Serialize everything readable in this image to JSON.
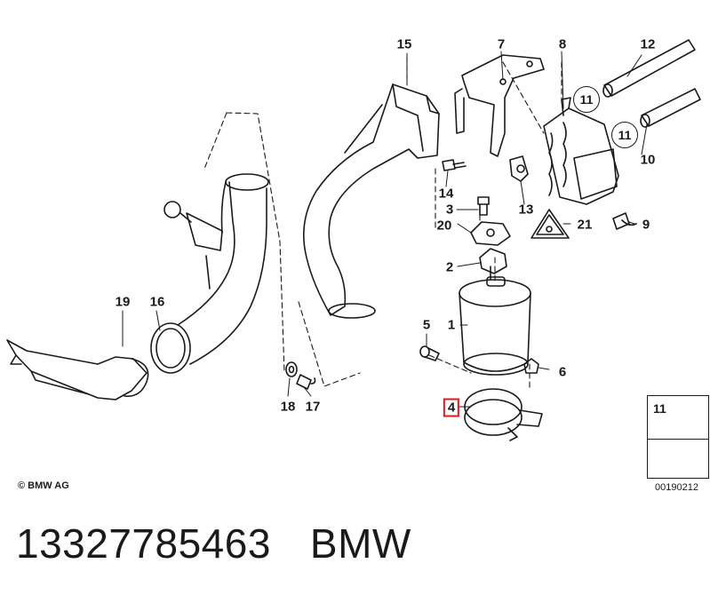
{
  "diagram": {
    "callouts": [
      {
        "id": "c15",
        "label": "15",
        "style": "plain"
      },
      {
        "id": "c7",
        "label": "7",
        "style": "plain"
      },
      {
        "id": "c8",
        "label": "8",
        "style": "plain"
      },
      {
        "id": "c12",
        "label": "12",
        "style": "plain"
      },
      {
        "id": "c11a",
        "label": "11",
        "style": "circled"
      },
      {
        "id": "c11b",
        "label": "11",
        "style": "circled"
      },
      {
        "id": "c10",
        "label": "10",
        "style": "plain"
      },
      {
        "id": "c14",
        "label": "14",
        "style": "plain"
      },
      {
        "id": "c3",
        "label": "3",
        "style": "plain"
      },
      {
        "id": "c13",
        "label": "13",
        "style": "plain"
      },
      {
        "id": "c20",
        "label": "20",
        "style": "plain"
      },
      {
        "id": "c21",
        "label": "21",
        "style": "plain"
      },
      {
        "id": "c9",
        "label": "9",
        "style": "plain"
      },
      {
        "id": "c2",
        "label": "2",
        "style": "plain"
      },
      {
        "id": "c19",
        "label": "19",
        "style": "plain"
      },
      {
        "id": "c16",
        "label": "16",
        "style": "plain"
      },
      {
        "id": "c5",
        "label": "5",
        "style": "plain"
      },
      {
        "id": "c1",
        "label": "1",
        "style": "plain"
      },
      {
        "id": "c6",
        "label": "6",
        "style": "plain"
      },
      {
        "id": "c18",
        "label": "18",
        "style": "plain"
      },
      {
        "id": "c17",
        "label": "17",
        "style": "plain"
      },
      {
        "id": "c4",
        "label": "4",
        "style": "boxed"
      }
    ],
    "copyright": "© BMW AG",
    "drawing_number": "00190212",
    "legend_number": "11",
    "highlight_color": "#e01818"
  },
  "caption": {
    "part_number": "13327785463",
    "brand": "BMW"
  }
}
